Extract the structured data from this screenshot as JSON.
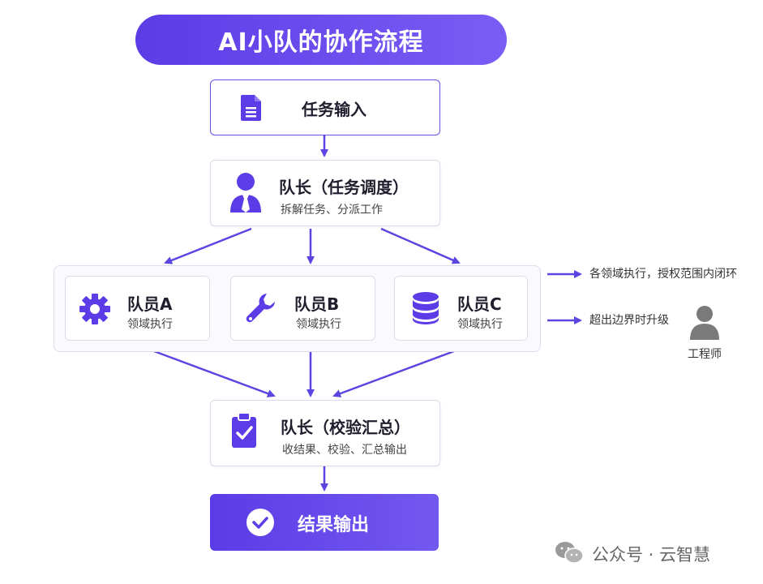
{
  "title": "AI小队的协作流程",
  "task_input": {
    "label": "任务输入",
    "icon": "document-icon"
  },
  "leader_dispatch": {
    "title": "队长（任务调度）",
    "subtitle": "拆解任务、分派工作",
    "icon": "user-tie-icon"
  },
  "members": [
    {
      "title": "队员A",
      "subtitle": "领域执行",
      "icon": "gear-icon"
    },
    {
      "title": "队员B",
      "subtitle": "领域执行",
      "icon": "wrench-icon"
    },
    {
      "title": "队员C",
      "subtitle": "领域执行",
      "icon": "database-icon"
    }
  ],
  "side_notes": {
    "note1": "各领域执行，授权范围内闭环",
    "note2": "超出边界时升级",
    "engineer_label": "工程师"
  },
  "leader_summary": {
    "title": "队长（校验汇总）",
    "subtitle": "收结果、校验、汇总输出",
    "icon": "clipboard-check-icon"
  },
  "result_output": {
    "label": "结果输出",
    "icon": "check-circle-icon"
  },
  "watermark": "公众号 · 云智慧",
  "colors": {
    "accent": "#5b3ce6",
    "arrow": "#5a45e0"
  }
}
